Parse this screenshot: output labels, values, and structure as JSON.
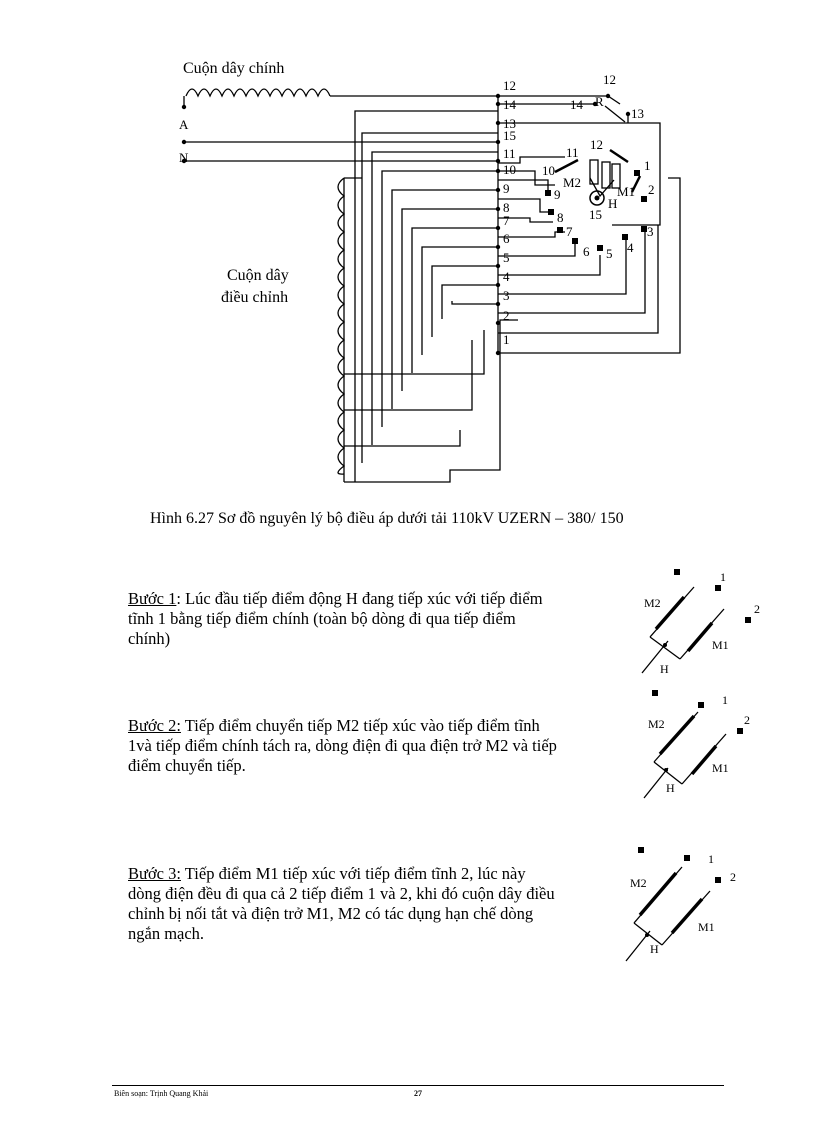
{
  "diagram": {
    "main_coil_label": "Cuộn dây chính",
    "reg_coil_label_1": "Cuộn dây",
    "reg_coil_label_2": "điều chỉnh",
    "terminal_A": "A",
    "terminal_N": "N",
    "bus_numbers": [
      "12",
      "14",
      "13",
      "15",
      "11",
      "10",
      "9",
      "8",
      "7",
      "6",
      "5",
      "4",
      "3",
      "2",
      "1"
    ],
    "selector": {
      "r_top": "12",
      "r_left": "14",
      "r_label": "R",
      "r_right": "13",
      "c11": "11",
      "c10": "10",
      "c12": "12",
      "c1": "1",
      "m2": "M2",
      "m1": "M1",
      "c2": "2",
      "c15": "15",
      "h": "H",
      "c9": "9",
      "c8": "8",
      "c7": "7",
      "c6": "6",
      "c5": "5",
      "c4": "4",
      "c3": "3"
    }
  },
  "caption": "Hình 6.27  Sơ đồ nguyên lý bộ điều áp dưới tải 110kV UZERN – 380/ 150",
  "steps": [
    {
      "title": "Bước 1",
      "sep": ":",
      "text": "  Lúc đầu tiếp điểm động H đang tiếp xúc với tiếp điểm tĩnh 1 bằng tiếp điểm chính (toàn bộ dòng đi qua tiếp điểm chính)"
    },
    {
      "title": "Bước 2:",
      "sep": "",
      "text": " Tiếp điểm chuyển tiếp M2 tiếp xúc vào tiếp điểm tĩnh 1và tiếp điểm chính tách ra, dòng điện đi qua điện trở M2 và tiếp điểm chuyển tiếp."
    },
    {
      "title": "Bước 3:",
      "sep": "",
      "text": " Tiếp điểm M1 tiếp xúc với tiếp điểm tĩnh 2, lúc này dòng điện đều đi qua cả 2 tiếp điểm 1 và 2, khi đó cuộn dây điều chỉnh bị nối tắt và điện trở M1, M2 có tác dụng hạn chế dòng ngắn mạch."
    }
  ],
  "mini": {
    "m2": "M2",
    "m1": "M1",
    "h": "H",
    "one": "1",
    "two": "2"
  },
  "footer": {
    "author": "Biên soạn: Trịnh Quang Khải",
    "page": "27"
  }
}
